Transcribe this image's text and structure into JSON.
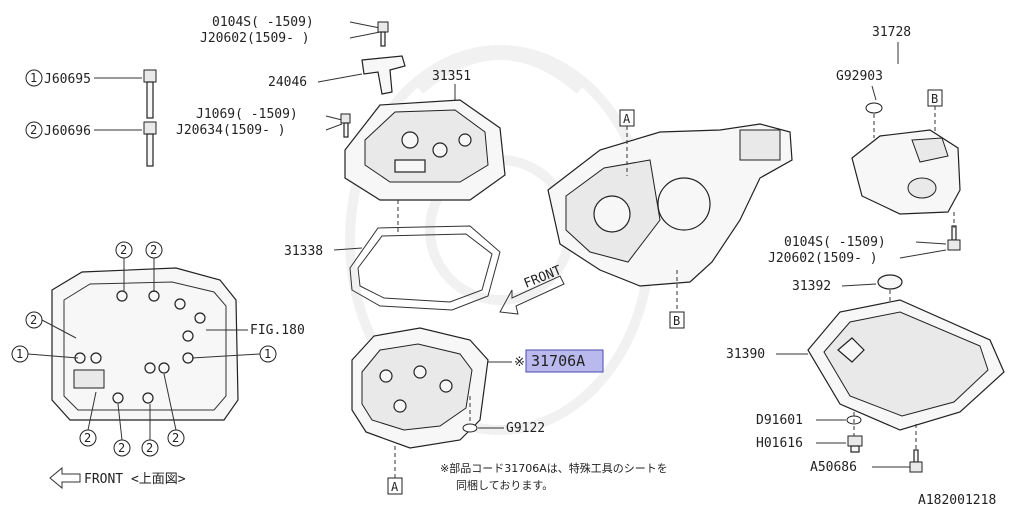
{
  "labels": {
    "p0104s_a": "0104S( -1509)",
    "pj20602_a": "J20602(1509- )",
    "p24046": "24046",
    "p31351": "31351",
    "pj1069": "J1069( -1509)",
    "pj20634": "J20634(1509- )",
    "n1": "1",
    "pj60695": "J60695",
    "n2": "2",
    "pj60696": "J60696",
    "p31338": "31338",
    "fig180": "FIG.180",
    "front_arrow": "FRONT",
    "p31706a": "31706A",
    "ref_mark": "※",
    "pg9122": "G9122",
    "p31728": "31728",
    "pg92903": "G92903",
    "p0104s_b": "0104S( -1509)",
    "pj20602_b": "J20602(1509- )",
    "p31392": "31392",
    "p31390": "31390",
    "pd91601": "D91601",
    "ph01616": "H01616",
    "pa50686": "A50686",
    "box_a": "A",
    "box_b": "B",
    "front_bottom": "FRONT <上面図>",
    "note_line1": "※部品コード31706Aは、特殊工具のシートを",
    "note_line2": "同梱しております。",
    "diagram_id": "A182001218"
  }
}
